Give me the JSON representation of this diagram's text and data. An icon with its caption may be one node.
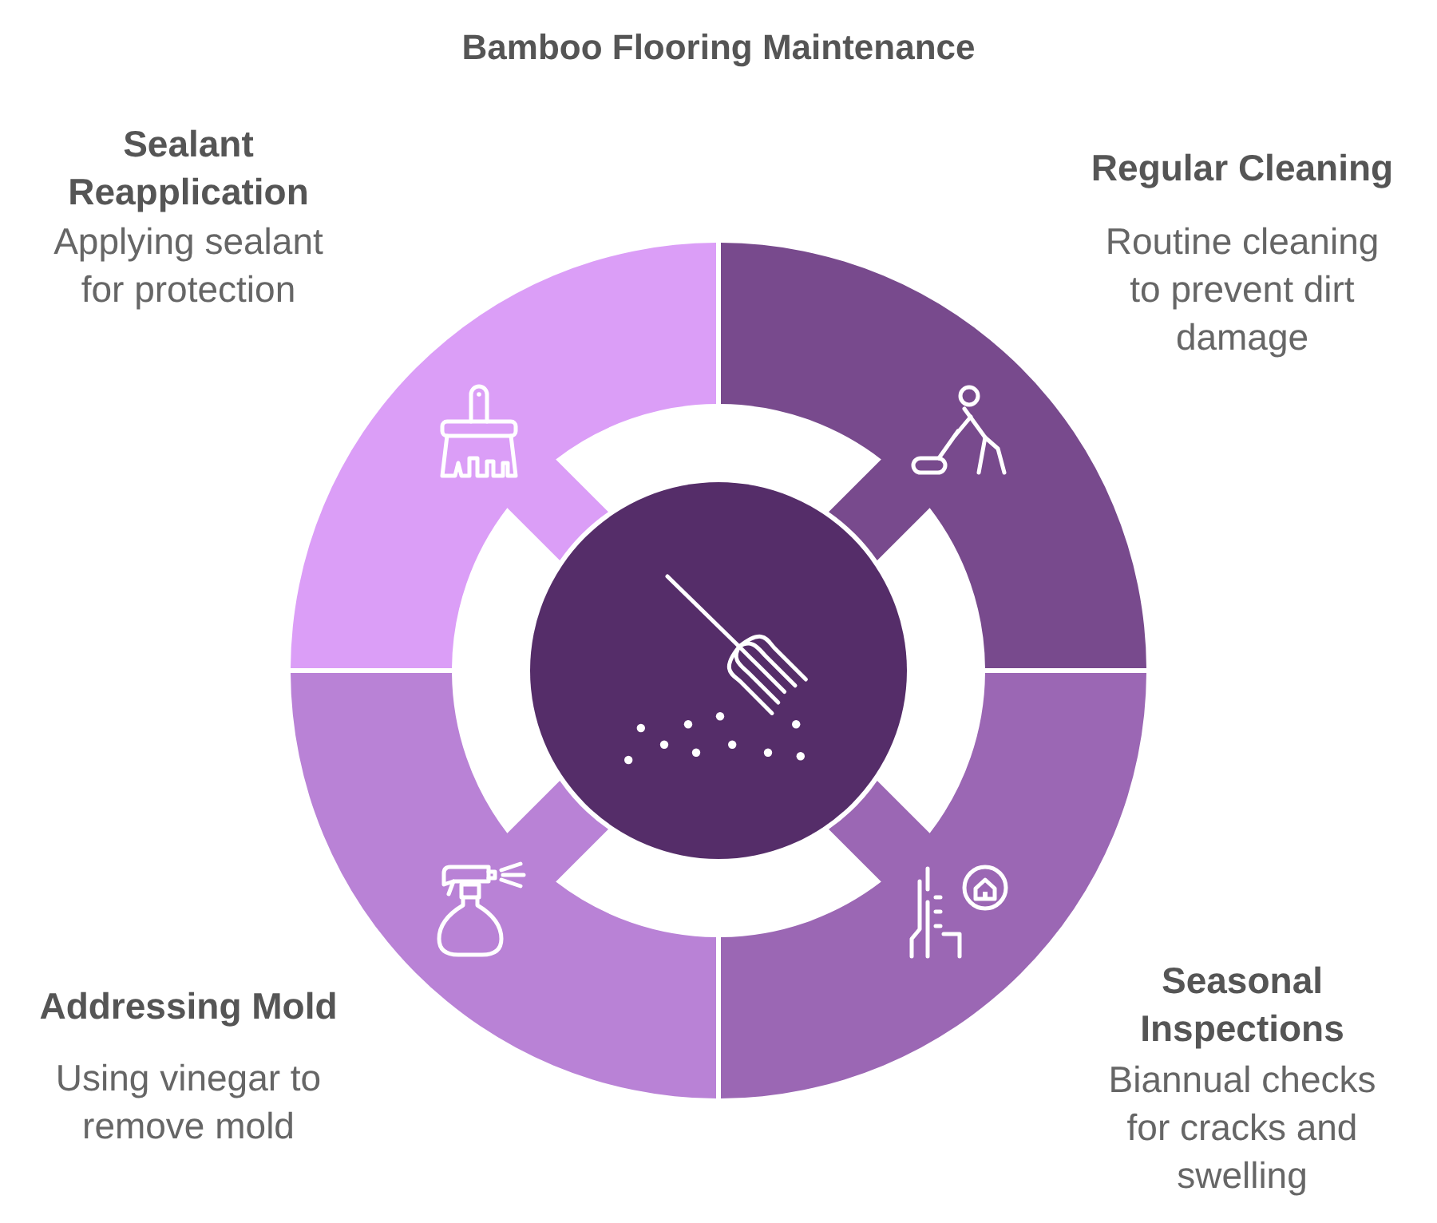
{
  "diagram": {
    "title": "Bamboo Flooring Maintenance",
    "nodes": [
      {
        "text": [
          "Sealant Reapplication",
          "Applying sealant for protection"
        ]
      },
      {
        "text": [
          "Regular Cleaning",
          "Routine cleaning to prevent dirt damage"
        ]
      },
      {
        "text": [],
        "shape": "circle"
      },
      {
        "text": [
          "Addressing Mold",
          "Using vinegar to remove mold"
        ]
      },
      {
        "text": [
          "Seasonal Inspections",
          "Biannual checks for cracks and swelling"
        ]
      }
    ]
  }
}
